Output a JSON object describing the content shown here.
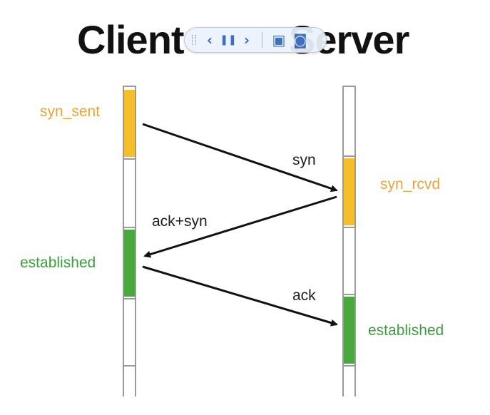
{
  "title": {
    "left": "Client",
    "right": "Server"
  },
  "media_toolbar": {
    "icons": [
      "grip-icon",
      "previous-icon",
      "pause-icon",
      "next-icon",
      "save-icon",
      "camera-icon"
    ],
    "prev_glyph": "‹",
    "pause_glyph": "❚❚",
    "next_glyph": "›",
    "save_glyph": "▣",
    "camera_glyph": "◙"
  },
  "colors": {
    "pending": "#f4be2c",
    "established": "#4aa93e",
    "pending_text": "#e6a53a",
    "established_text": "#3d9e3d",
    "arrow": "#111111"
  },
  "client": {
    "states": [
      {
        "label": "syn_sent",
        "color": "orange"
      },
      {
        "label": "established",
        "color": "green"
      }
    ]
  },
  "server": {
    "states": [
      {
        "label": "syn_rcvd",
        "color": "orange"
      },
      {
        "label": "established",
        "color": "green"
      }
    ]
  },
  "messages": [
    {
      "label": "syn",
      "from": "client",
      "to": "server"
    },
    {
      "label": "ack+syn",
      "from": "server",
      "to": "client"
    },
    {
      "label": "ack",
      "from": "client",
      "to": "server"
    }
  ]
}
